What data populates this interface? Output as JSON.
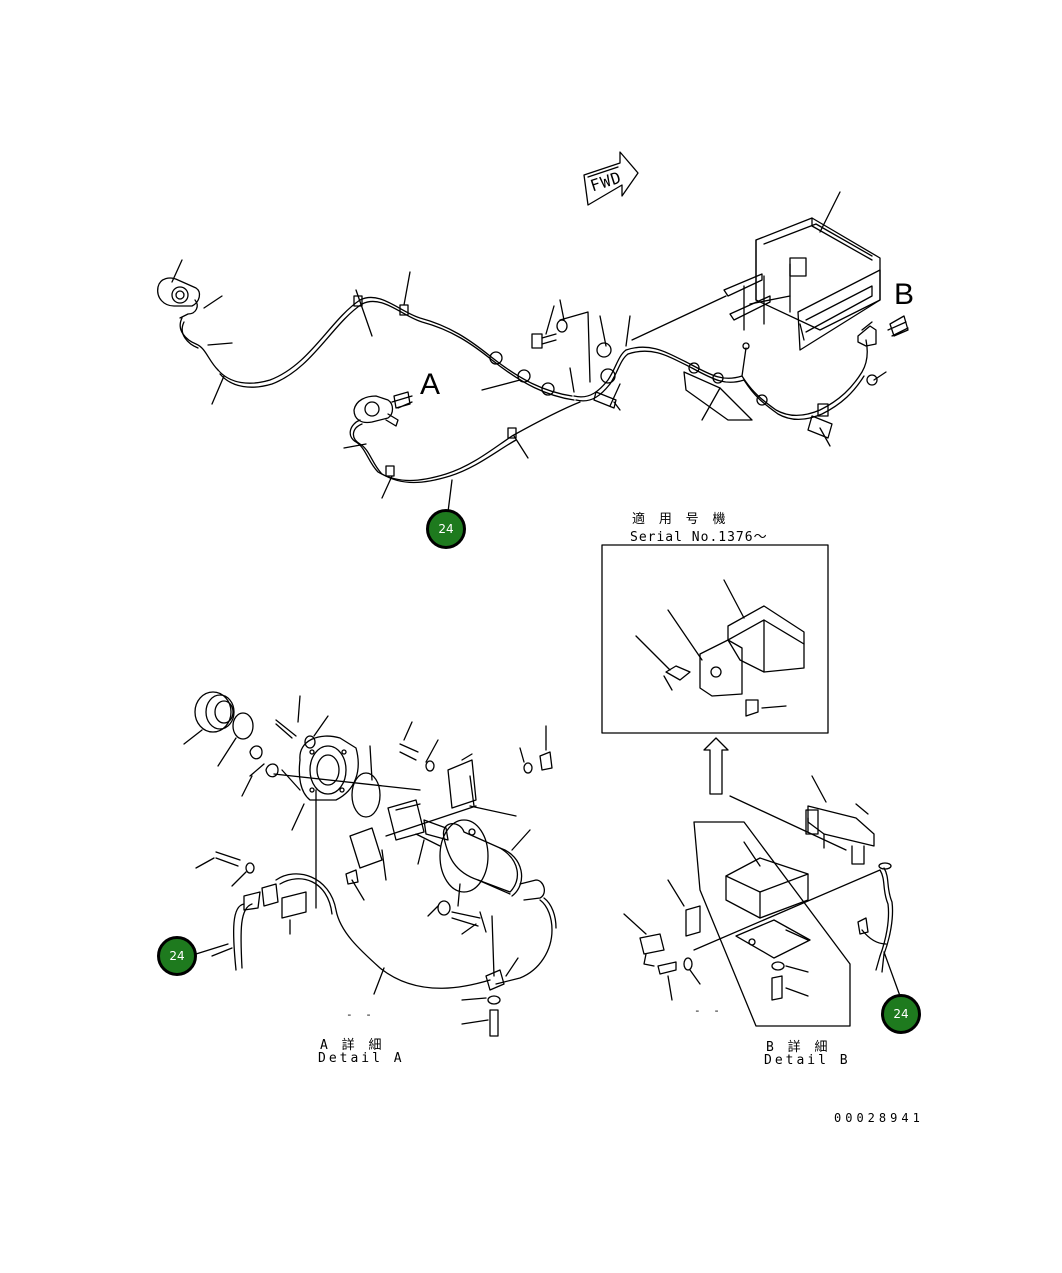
{
  "labels": {
    "fwd": "FWD",
    "view_a": "A",
    "view_b": "B",
    "serial_jp": "適 用 号 機",
    "serial_en": "Serial No.1376～",
    "detail_a_jp": "A 詳 細",
    "detail_a_en": "Detail A",
    "detail_b_jp": "B 詳 細",
    "detail_b_en": "Detail B",
    "drawing_number": "00028941",
    "dash_a": "- -",
    "dash_b": "- -"
  },
  "callouts": [
    {
      "label": "24"
    },
    {
      "label": "24"
    },
    {
      "label": "24"
    }
  ],
  "colors": {
    "callout_fill": "#1e7a1e",
    "line": "#000000"
  }
}
